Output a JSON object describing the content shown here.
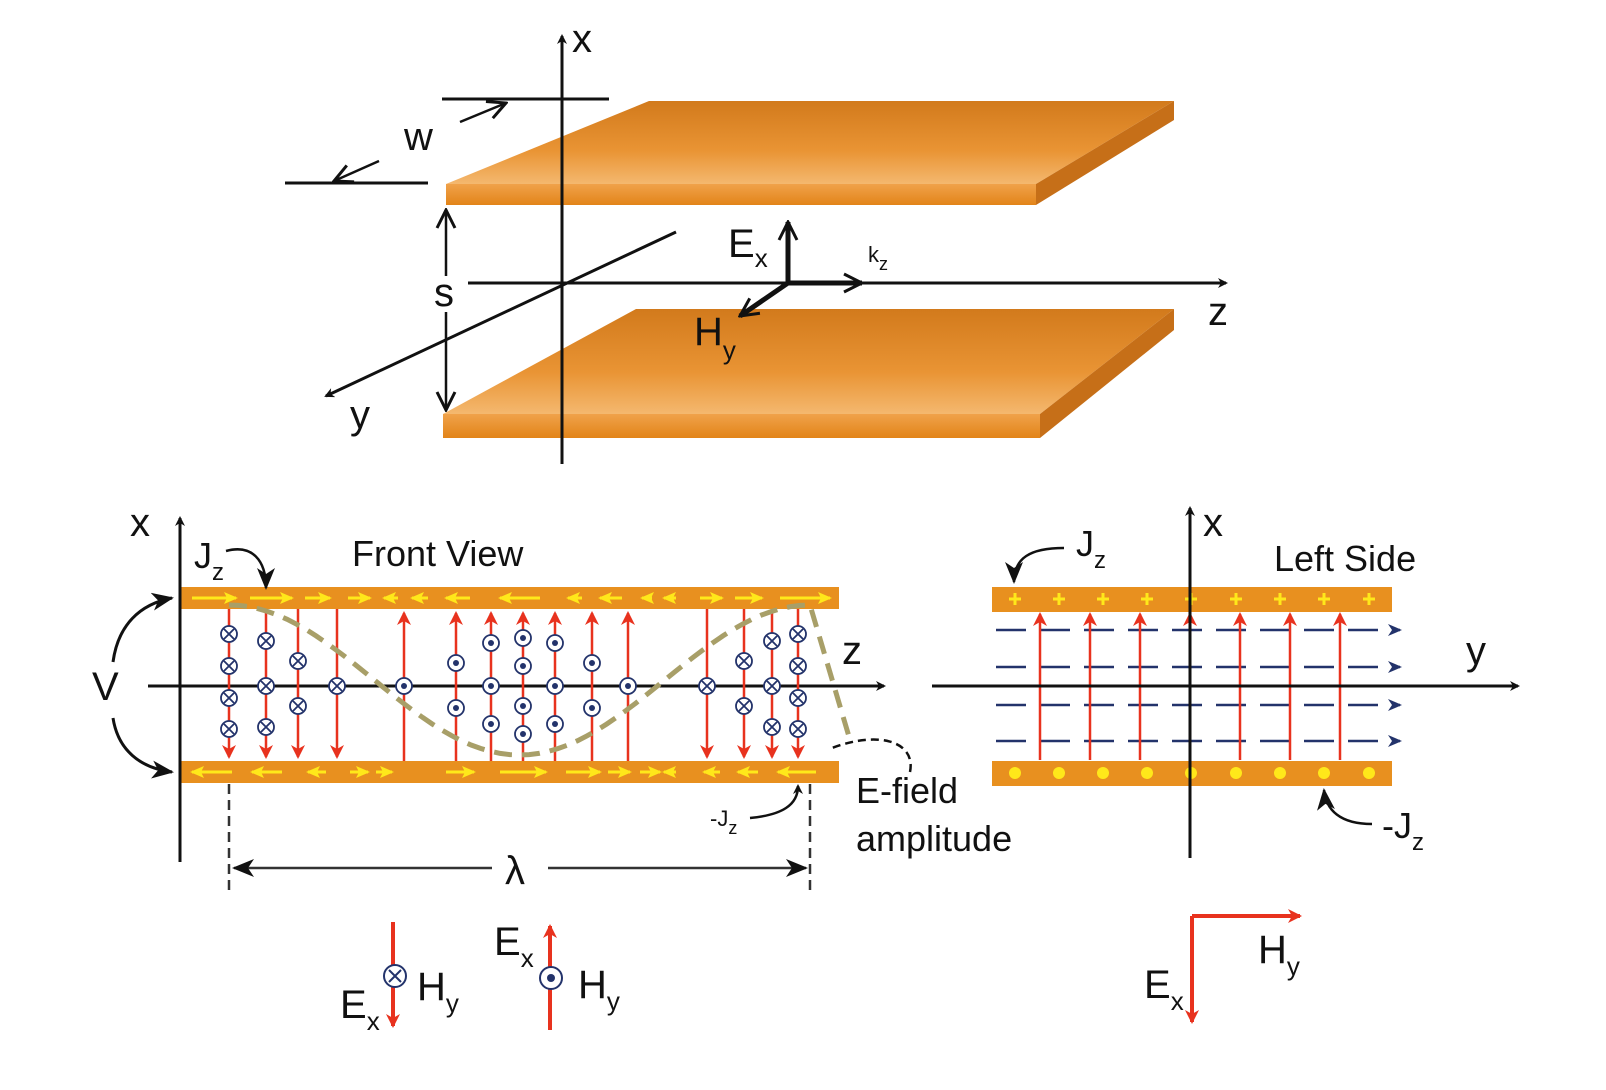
{
  "top": {
    "axis_x": "x",
    "axis_y": "y",
    "axis_z": "z",
    "width_label": "w",
    "spacing_label": "s",
    "e_label": "E",
    "e_sub": "x",
    "h_label": "H",
    "h_sub": "y",
    "k_label": "k",
    "k_sub": "z"
  },
  "front": {
    "title": "Front View",
    "axis_x": "x",
    "axis_z": "z",
    "jz_label": "J",
    "jz_sub": "z",
    "neg_jz_label": "-J",
    "neg_jz_sub": "z",
    "v_label": "V",
    "lambda_label": "λ",
    "efield_line1": "E-field",
    "efield_line2": "amplitude"
  },
  "side": {
    "title": "Left Side",
    "axis_x": "x",
    "axis_y": "y",
    "jz_label": "J",
    "jz_sub": "z",
    "neg_jz_label": "-J",
    "neg_jz_sub": "z"
  },
  "legend": {
    "a_e": "E",
    "a_e_sub": "x",
    "a_h": "H",
    "a_h_sub": "y",
    "b_e": "E",
    "b_e_sub": "x",
    "b_h": "H",
    "b_h_sub": "y",
    "c_h": "H",
    "c_h_sub": "y",
    "c_e": "E",
    "c_e_sub": "x"
  },
  "colors": {
    "copper": "#e8901f",
    "copper_dark": "#c9731a",
    "copper_light": "#f3b66a",
    "current_arrow": "#ffe81a",
    "efield": "#e8321e",
    "hfield_dash": "#23336b",
    "envelope": "#a89f68",
    "axis": "#111111"
  }
}
